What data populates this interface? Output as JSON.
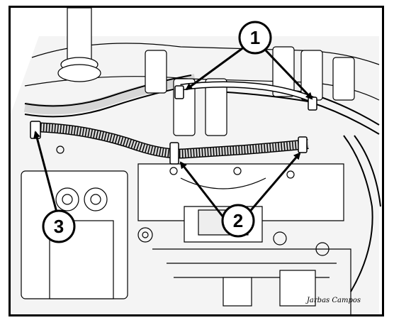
{
  "callouts": [
    {
      "label": "1"
    },
    {
      "label": "2"
    },
    {
      "label": "3"
    }
  ],
  "credit": "Jarbas Campos",
  "colors": {
    "ink": "#000000",
    "paper": "#ffffff",
    "shade": "#b8b8b8"
  }
}
